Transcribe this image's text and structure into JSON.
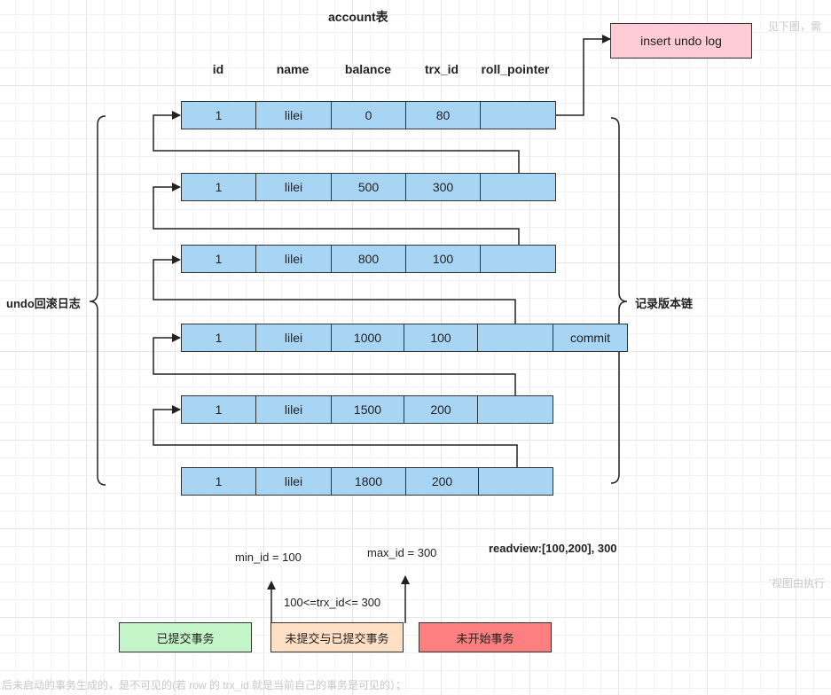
{
  "title": "account表",
  "columns": [
    "id",
    "name",
    "balance",
    "trx_id",
    "roll_pointer"
  ],
  "rows": [
    {
      "id": "1",
      "name": "lilei",
      "balance": "0",
      "trx_id": "80",
      "roll_pointer": ""
    },
    {
      "id": "1",
      "name": "lilei",
      "balance": "500",
      "trx_id": "300",
      "roll_pointer": ""
    },
    {
      "id": "1",
      "name": "lilei",
      "balance": "800",
      "trx_id": "100",
      "roll_pointer": ""
    },
    {
      "id": "1",
      "name": "lilei",
      "balance": "1000",
      "trx_id": "100",
      "roll_pointer": "",
      "extra": "commit"
    },
    {
      "id": "1",
      "name": "lilei",
      "balance": "1500",
      "trx_id": "200",
      "roll_pointer": ""
    },
    {
      "id": "1",
      "name": "lilei",
      "balance": "1800",
      "trx_id": "200",
      "roll_pointer": ""
    }
  ],
  "insert_undo_log": "insert undo log",
  "left_brace_label": "undo回滚日志",
  "right_brace_label": "记录版本链",
  "min_id_label": "min_id = 100",
  "max_id_label": "max_id = 300",
  "range_label": "100<=trx_id<= 300",
  "readview_label": "readview:[100,200], 300",
  "legend": {
    "committed": "已提交事务",
    "mixed": "未提交与已提交事务",
    "not_started": "未开始事务"
  },
  "colors": {
    "cell": "#a9d5f5",
    "insert_undo": "#ffccd5",
    "committed": "#c3f5c8",
    "mixed": "#ffe0c4",
    "not_started": "#fd7f7f"
  },
  "background_text": {
    "top_right": "见下图，需",
    "mid_right": "`视图由执行",
    "bottom": "后未启动的事务生成的，是不可见的(若 row 的 trx_id 就是当前自己的事务是可见的）；"
  }
}
